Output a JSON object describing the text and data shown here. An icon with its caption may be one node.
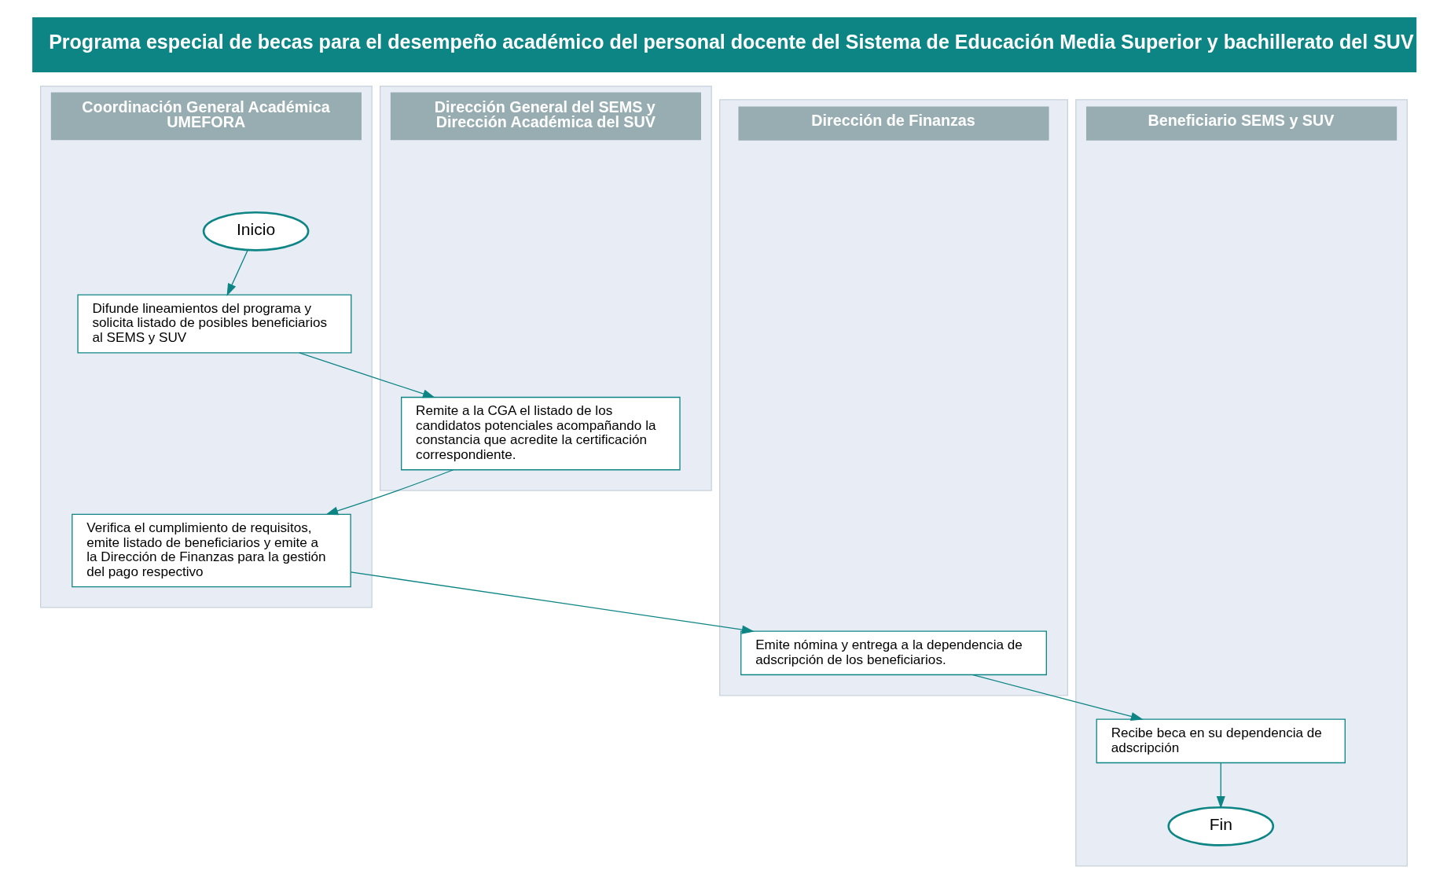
{
  "diagram": {
    "title": "Programa especial de becas para el desempeño académico del personal docente del Sistema de Educación Media Superior y bachillerato del SUV",
    "nodes": [
      {
        "text": [
          "Coordinación General Académica UMEFORA"
        ]
      },
      {
        "text": [
          "Dirección General del SEMS y Dirección Académica del SUV"
        ]
      },
      {
        "text": [
          "Dirección de Finanzas"
        ]
      },
      {
        "text": [
          "Beneficiario SEMS y SUV"
        ]
      },
      {
        "text": [
          "Inicio"
        ],
        "in": 0
      },
      {
        "text": [
          "Difunde lineamientos del programa y solicita listado de posibles beneficiarios al SEMS y SUV"
        ],
        "in": 0
      },
      {
        "text": [
          "Remite a la CGA el listado de los candidatos potenciales acompañando la constancia que acredite la certificación correspondiente."
        ],
        "in": 1
      },
      {
        "text": [
          "Verifica el cumplimiento de requisitos, emite listado de beneficiarios y emite a la Dirección de Finanzas para la gestión del pago respectivo"
        ],
        "in": 0
      },
      {
        "text": [
          "Emite nómina y entrega a la dependencia de adscripción de los beneficiarios."
        ],
        "in": 2
      },
      {
        "text": [
          "Recibe beca en su dependencia de adscripción"
        ],
        "in": 3
      },
      {
        "text": [
          "Fin"
        ],
        "in": 3
      }
    ],
    "edges": [
      {
        "from": 4,
        "to": 5,
        "arrow": "to"
      },
      {
        "from": 5,
        "to": 6,
        "arrow": "to"
      },
      {
        "from": 6,
        "to": 7,
        "arrow": "to"
      },
      {
        "from": 7,
        "to": 8,
        "arrow": "to"
      },
      {
        "from": 8,
        "to": 9,
        "arrow": "to"
      },
      {
        "from": 9,
        "to": 10,
        "arrow": "to"
      }
    ]
  }
}
